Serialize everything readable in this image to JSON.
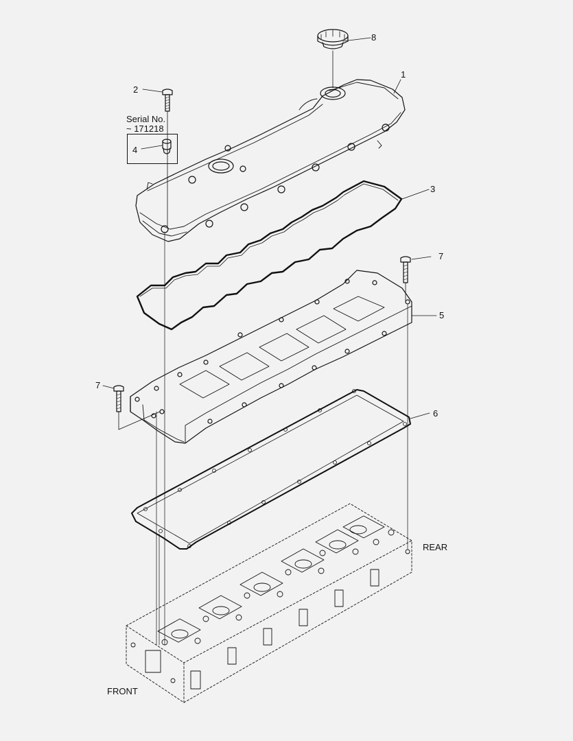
{
  "callouts": {
    "c1": "1",
    "c2": "2",
    "c3": "3",
    "c4": "4",
    "c5": "5",
    "c6": "6",
    "c7a": "7",
    "c7b": "7",
    "c8": "8"
  },
  "serial_note": {
    "line1": "Serial No.",
    "line2": "~ 171218"
  },
  "orientation": {
    "rear": "REAR",
    "front": "FRONT"
  }
}
